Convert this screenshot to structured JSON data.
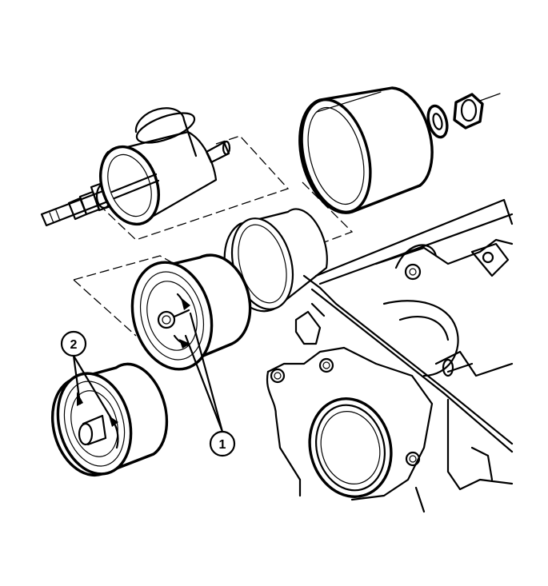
{
  "callouts": [
    {
      "label": "1"
    },
    {
      "label": "2"
    }
  ],
  "colors": {
    "ink": "#000000",
    "background": "#ffffff"
  },
  "icons": [
    "puller-tool",
    "press-cup",
    "washer",
    "nut",
    "seal-installer-cup",
    "bushing-removed",
    "bushing-new",
    "engine-block-bore"
  ]
}
